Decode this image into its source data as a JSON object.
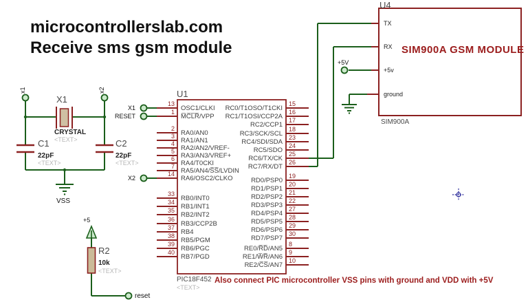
{
  "title": {
    "line1": "microcontrollerslab.com",
    "line2": "Receive sms gsm module"
  },
  "note": "Also connect PIC microcontroller VSS pins with ground and VDD with +5V",
  "colors": {
    "wire_green": "#1a5e1a",
    "component_maroon": "#8b2020",
    "heading_red": "#9b1c1c",
    "terminal_fill": "#cdeacd",
    "body_tan": "#cbbb98",
    "crosshair_blue": "#2a2a9a"
  },
  "crystal_circuit": {
    "terminal_x1": "x1",
    "terminal_x2": "x2",
    "crystal": {
      "ref": "X1",
      "value": "CRYSTAL",
      "placeholder": "<TEXT>"
    },
    "c1": {
      "ref": "C1",
      "value": "22pF",
      "placeholder": "<TEXT>"
    },
    "c2": {
      "ref": "C2",
      "value": "22pF",
      "placeholder": "<TEXT>"
    },
    "ground_label": "VSS"
  },
  "mcu": {
    "ref": "U1",
    "part": "PIC18F452",
    "placeholder": "<TEXT>",
    "terminal_labels": [
      "X1",
      "RESET",
      "X2"
    ],
    "pin_groups_left": [
      [
        {
          "n": "13",
          "name": "OSC1/CLKI"
        },
        {
          "n": "1",
          "name": "M̅C̅L̅R̅/VPP"
        }
      ],
      [
        {
          "n": "2",
          "name": "RA0/AN0"
        },
        {
          "n": "3",
          "name": "RA1/AN1"
        },
        {
          "n": "4",
          "name": "RA2/AN2/VREF-"
        },
        {
          "n": "5",
          "name": "RA3/AN3/VREF+"
        },
        {
          "n": "6",
          "name": "RA4/T0CKI"
        },
        {
          "n": "7",
          "name": "RA5/AN4/S̅S̅/LVDIN"
        },
        {
          "n": "14",
          "name": "RA6/OSC2/CLKO"
        }
      ],
      [
        {
          "n": "33",
          "name": "RB0/INT0"
        },
        {
          "n": "34",
          "name": "RB1/INT1"
        },
        {
          "n": "35",
          "name": "RB2/INT2"
        },
        {
          "n": "36",
          "name": "RB3/CCP2B"
        },
        {
          "n": "37",
          "name": "RB4"
        },
        {
          "n": "38",
          "name": "RB5/PGM"
        },
        {
          "n": "39",
          "name": "RB6/PGC"
        },
        {
          "n": "40",
          "name": "RB7/PGD"
        }
      ]
    ],
    "pin_groups_right": [
      [
        {
          "n": "15",
          "name": "RC0/T1OSO/T1CKI"
        },
        {
          "n": "16",
          "name": "RC1/T1OSI/CCP2A"
        },
        {
          "n": "17",
          "name": "RC2/CCP1"
        },
        {
          "n": "18",
          "name": "RC3/SCK/SCL"
        },
        {
          "n": "23",
          "name": "RC4/SDI/SDA"
        },
        {
          "n": "24",
          "name": "RC5/SDO"
        },
        {
          "n": "25",
          "name": "RC6/TX/CK"
        },
        {
          "n": "26",
          "name": "RC7/RX/DT"
        }
      ],
      [
        {
          "n": "19",
          "name": "RD0/PSP0"
        },
        {
          "n": "20",
          "name": "RD1/PSP1"
        },
        {
          "n": "21",
          "name": "RD2/PSP2"
        },
        {
          "n": "22",
          "name": "RD3/PSP3"
        },
        {
          "n": "27",
          "name": "RD4/PSP4"
        },
        {
          "n": "28",
          "name": "RD5/PSP5"
        },
        {
          "n": "29",
          "name": "RD6/PSP6"
        },
        {
          "n": "30",
          "name": "RD7/PSP7"
        }
      ],
      [
        {
          "n": "8",
          "name": "RE0/R̅D̅/AN5"
        },
        {
          "n": "9",
          "name": "RE1/W̅R̅/AN6"
        },
        {
          "n": "10",
          "name": "RE2/C̅S̅/AN7"
        }
      ]
    ]
  },
  "gsm": {
    "ref": "U4",
    "name": "SIM900A GSM MODULE",
    "part_label": "SIM900A",
    "pins": [
      "TX",
      "RX",
      "+5v",
      "ground"
    ],
    "supply_label": "+5V"
  },
  "reset_circuit": {
    "power_label": "+5",
    "ref": "R2",
    "value": "10k",
    "placeholder": "<TEXT>",
    "terminal_label": "reset"
  }
}
